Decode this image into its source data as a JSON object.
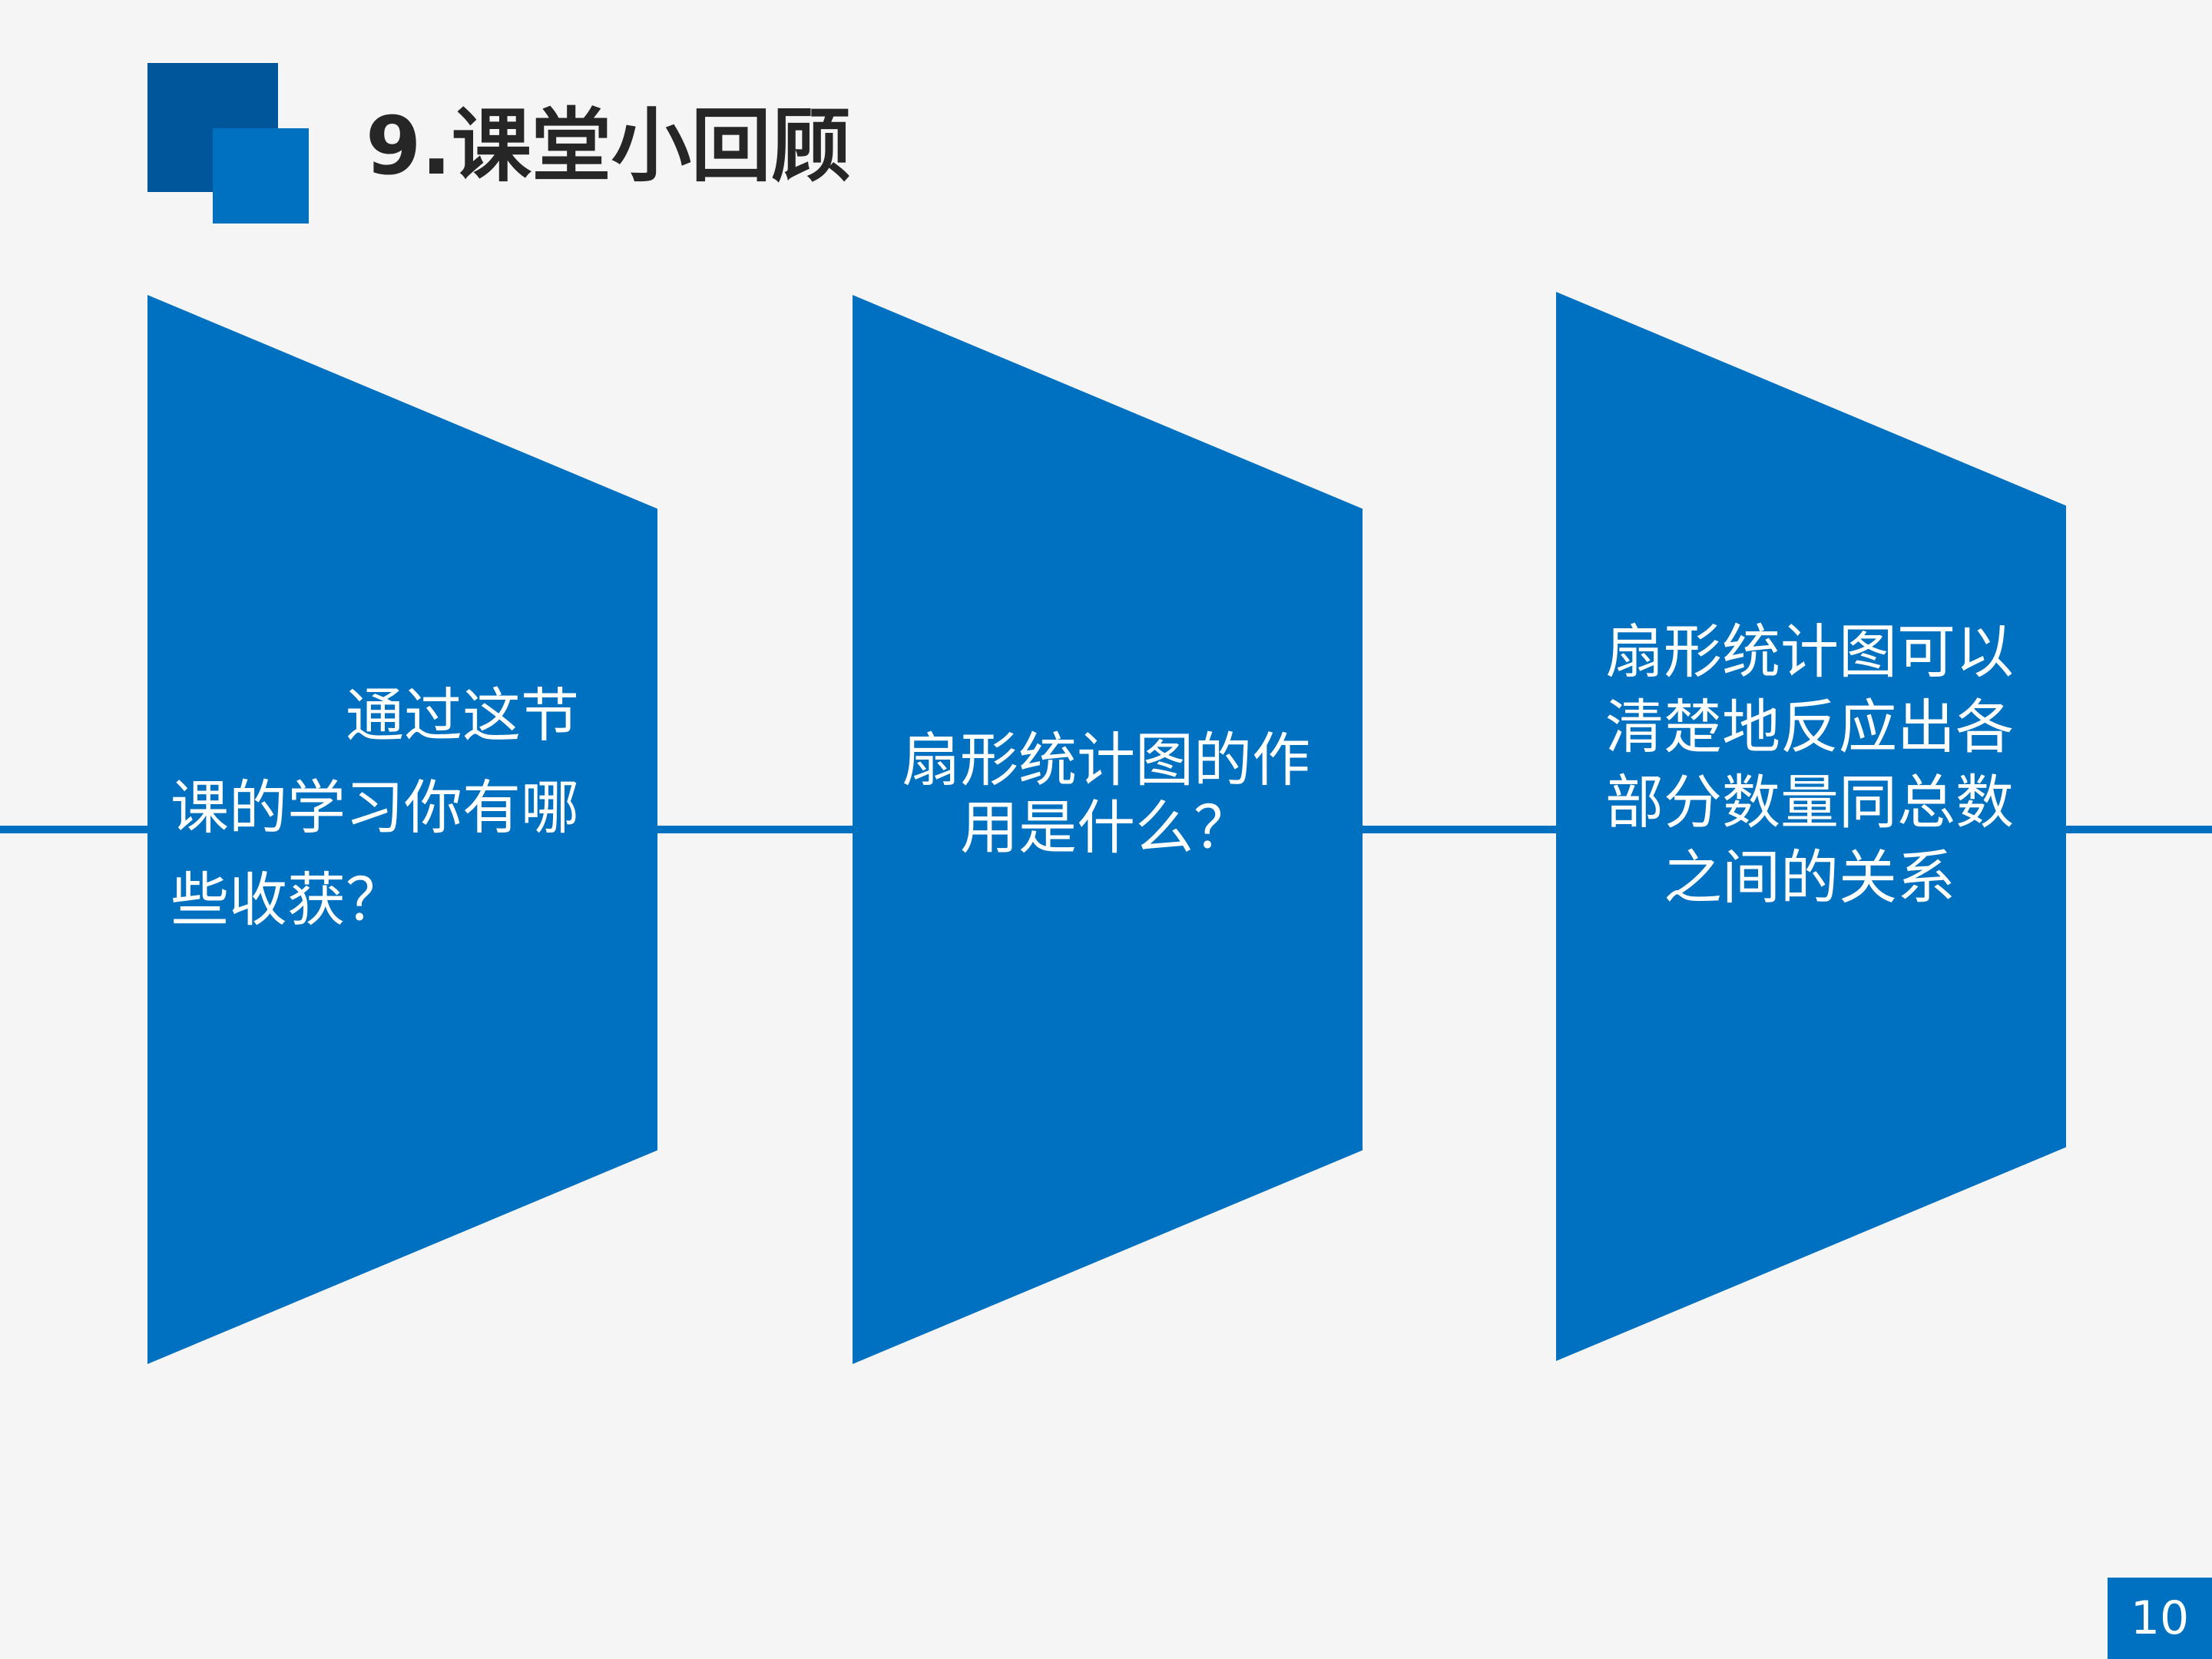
{
  "slide": {
    "title": "9.课堂小回顾",
    "cards": [
      {
        "text": "通过这节课的学习你有哪些收获？"
      },
      {
        "text": "扇形统计图的作用是什么？"
      },
      {
        "text": "扇形统计图可以清楚地反应出各部分数量同总数之间的关系"
      }
    ],
    "page_number": "10"
  },
  "colors": {
    "accent": "#0070c0",
    "accent_dark": "#00569a",
    "background": "#f5f5f5",
    "title_text": "#262626",
    "card_text": "#ffffff"
  }
}
